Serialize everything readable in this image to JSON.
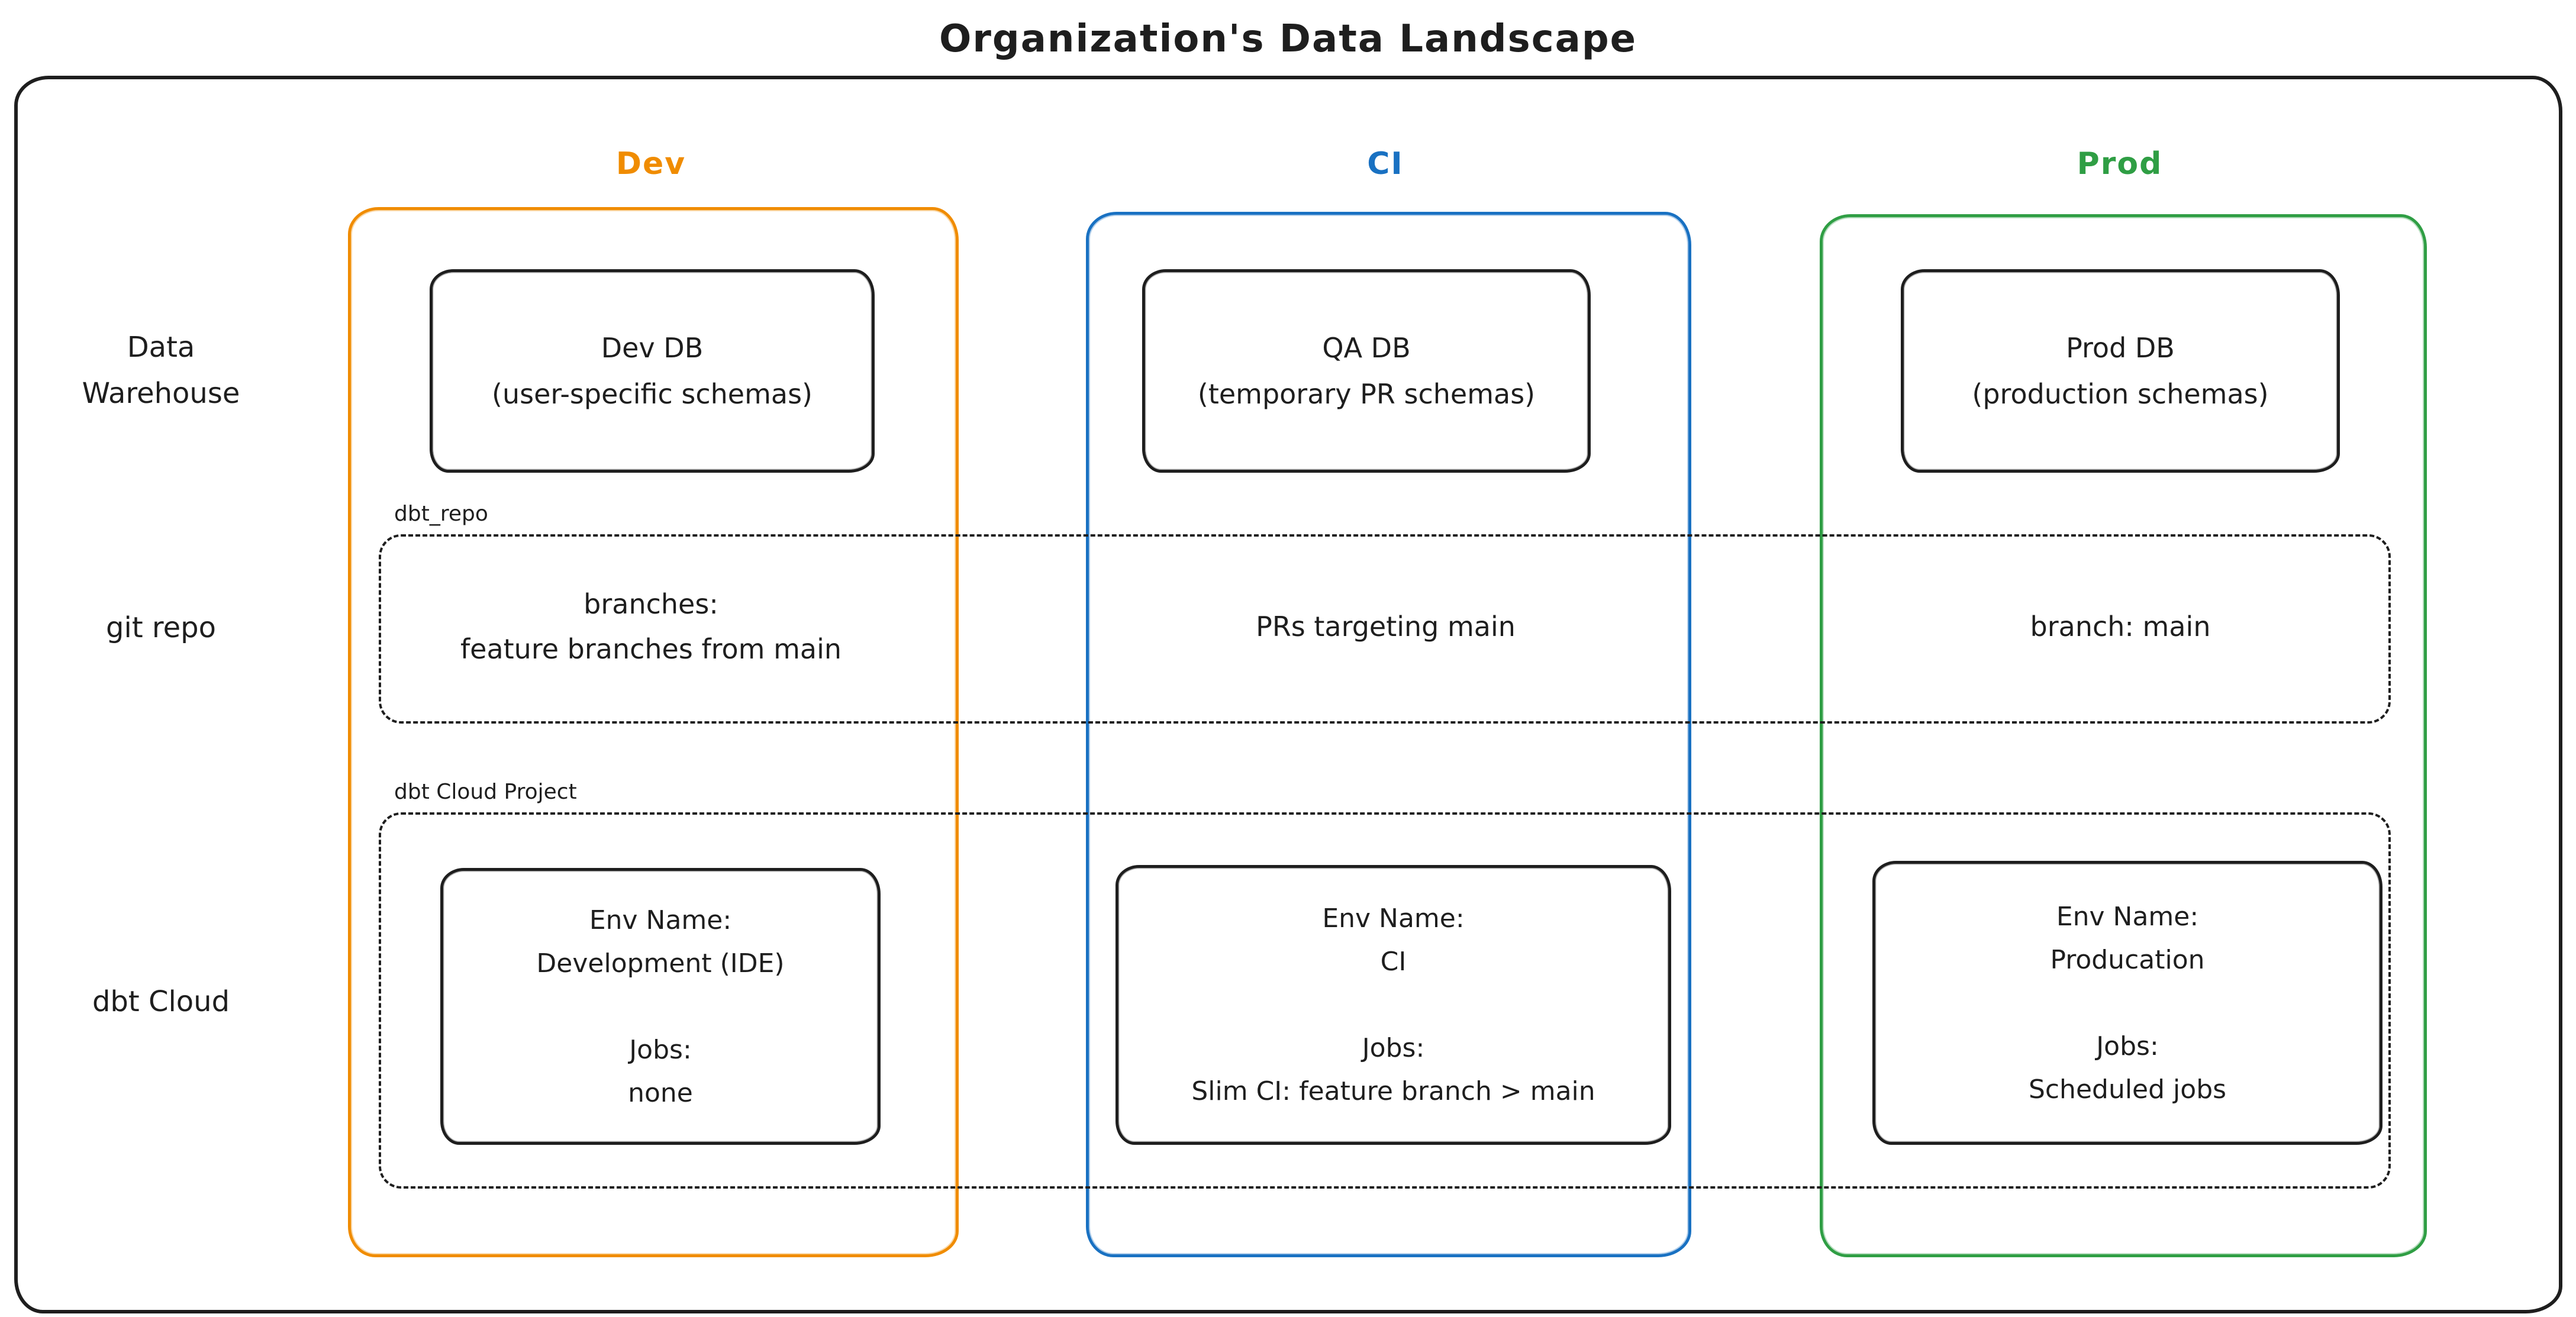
{
  "title": "Organization's Data Landscape",
  "colors": {
    "dev": "#f08c00",
    "ci": "#1971c2",
    "prod": "#2f9e44",
    "ink": "#1e1e1e"
  },
  "columns": {
    "dev": {
      "label": "Dev"
    },
    "ci": {
      "label": "CI"
    },
    "prod": {
      "label": "Prod"
    }
  },
  "row_labels": {
    "warehouse": "Data\nWarehouse",
    "git": "git repo",
    "dbt": "dbt Cloud"
  },
  "warehouse": {
    "dev": "Dev DB\n(user-specific schemas)",
    "ci": "QA DB\n(temporary PR schemas)",
    "prod": "Prod DB\n(production schemas)"
  },
  "git_repo": {
    "label": "dbt_repo",
    "dev": "branches:\nfeature branches from main",
    "ci": "PRs targeting main",
    "prod": "branch: main"
  },
  "dbt_cloud": {
    "label": "dbt Cloud Project",
    "dev": "Env Name:\nDevelopment (IDE)\n\nJobs:\nnone",
    "ci": "Env Name:\nCI\n\nJobs:\nSlim CI: feature branch > main",
    "prod": "Env Name:\nProducation\n\nJobs:\nScheduled jobs"
  }
}
